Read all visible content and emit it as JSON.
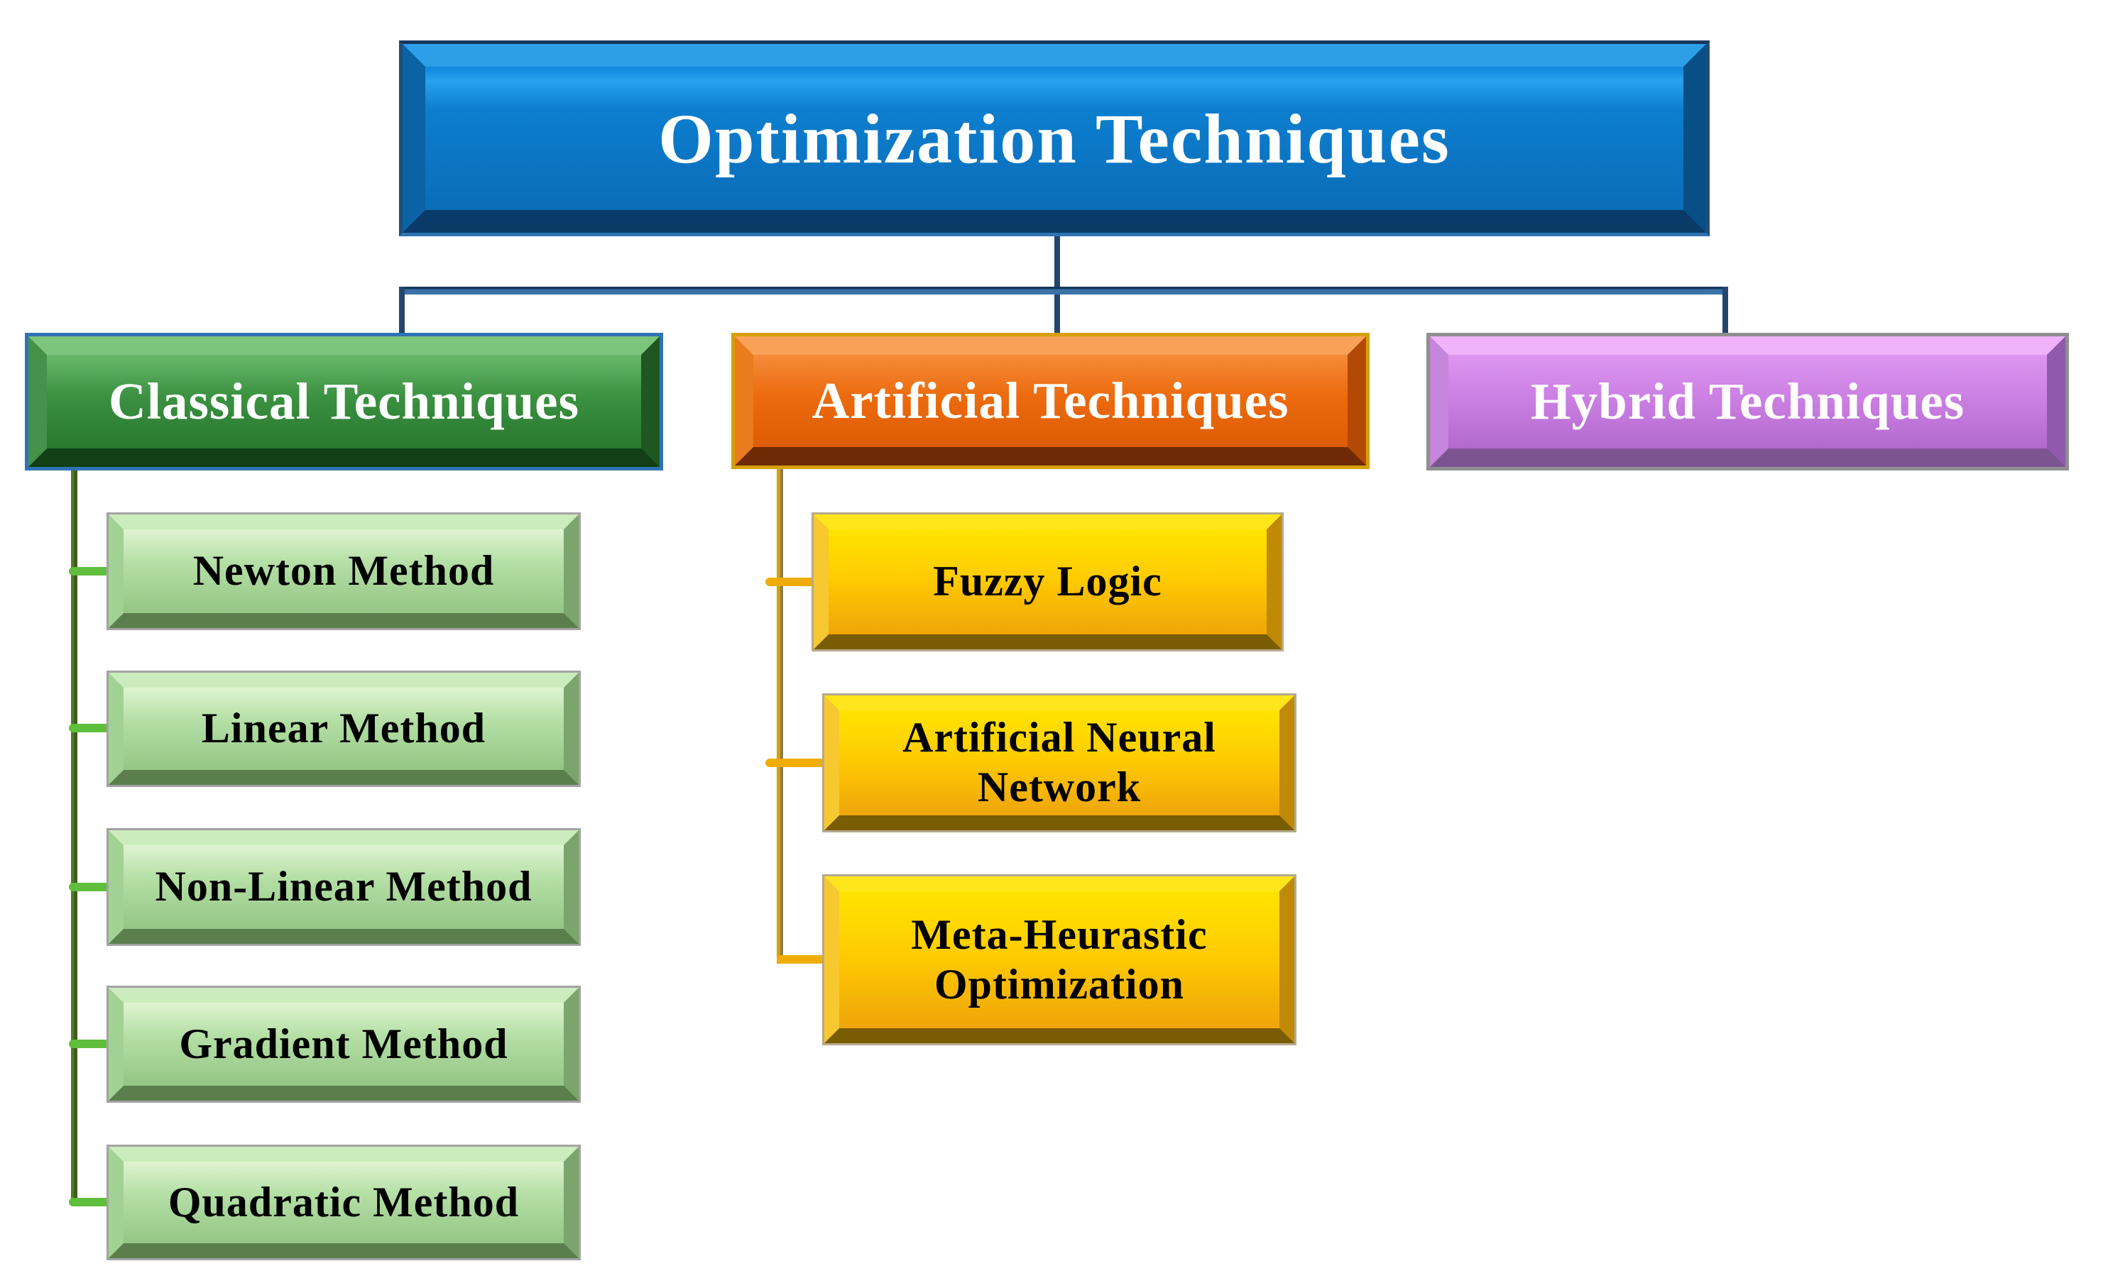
{
  "tree": {
    "root": {
      "label": "Optimization Techniques",
      "fill_color": "#0B79CD",
      "border_color": "#17375E",
      "text_color": "#FFFFFF"
    },
    "branches": [
      {
        "label": "Classical Techniques",
        "fill_color": "#3A9140",
        "border_color": "#2E74B5",
        "text_color": "#FFFFFF",
        "child_fill_color": "#A9D79A",
        "child_text_color": "#000000",
        "trunk_color": "#3E5E1C",
        "stub_color": "#5FBE3C",
        "children": [
          "Newton Method",
          "Linear Method",
          "Non-Linear Method",
          "Gradient Method",
          "Quadratic Method"
        ]
      },
      {
        "label": "Artificial Techniques",
        "fill_color": "#E8650D",
        "border_color": "#D6A008",
        "text_color": "#FFFFFF",
        "child_fill_color": "#FFC803",
        "child_text_color": "#000000",
        "trunk_color": "#D2A300",
        "stub_color": "#F0AD08",
        "children": [
          "Fuzzy Logic",
          "Artificial Neural Network",
          "Meta-Heurastic Optimization"
        ]
      },
      {
        "label": "Hybrid Techniques",
        "fill_color": "#C77FE3",
        "border_color": "#8F8F8F",
        "text_color": "#FFFFFF",
        "children": []
      }
    ],
    "root_connector_color": "#24466E",
    "root_bar_color": "#3A72A8",
    "background_color": "#FFFFFF"
  }
}
